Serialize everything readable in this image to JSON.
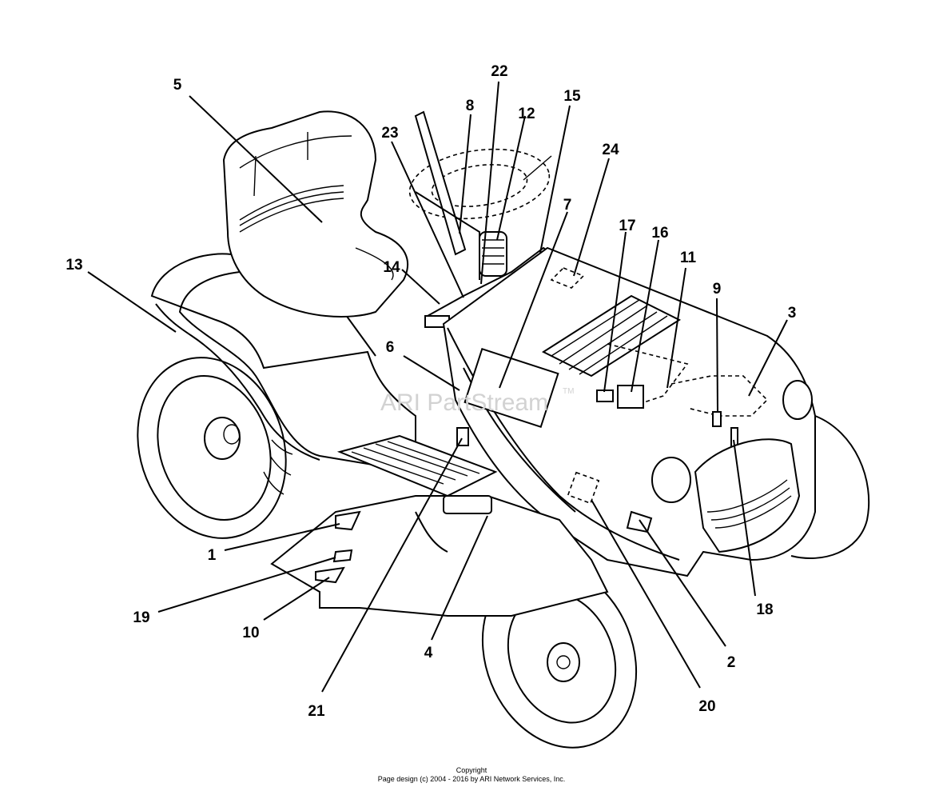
{
  "watermark": {
    "text": "ARI PartStream",
    "tm": "TM"
  },
  "callouts": [
    {
      "id": "1",
      "label": "1"
    },
    {
      "id": "2",
      "label": "2"
    },
    {
      "id": "3",
      "label": "3"
    },
    {
      "id": "4",
      "label": "4"
    },
    {
      "id": "5",
      "label": "5"
    },
    {
      "id": "6",
      "label": "6"
    },
    {
      "id": "7",
      "label": "7"
    },
    {
      "id": "8",
      "label": "8"
    },
    {
      "id": "9",
      "label": "9"
    },
    {
      "id": "10",
      "label": "10"
    },
    {
      "id": "11",
      "label": "11"
    },
    {
      "id": "12",
      "label": "12"
    },
    {
      "id": "13",
      "label": "13"
    },
    {
      "id": "14",
      "label": "14"
    },
    {
      "id": "15",
      "label": "15"
    },
    {
      "id": "16",
      "label": "16"
    },
    {
      "id": "17",
      "label": "17"
    },
    {
      "id": "18",
      "label": "18"
    },
    {
      "id": "19",
      "label": "19"
    },
    {
      "id": "20",
      "label": "20"
    },
    {
      "id": "21",
      "label": "21"
    },
    {
      "id": "22",
      "label": "22"
    },
    {
      "id": "23",
      "label": "23"
    },
    {
      "id": "24",
      "label": "24"
    }
  ],
  "footer": {
    "line1": "Copyright",
    "line2": "Page design (c) 2004 - 2016 by ARI Network Services, Inc."
  }
}
